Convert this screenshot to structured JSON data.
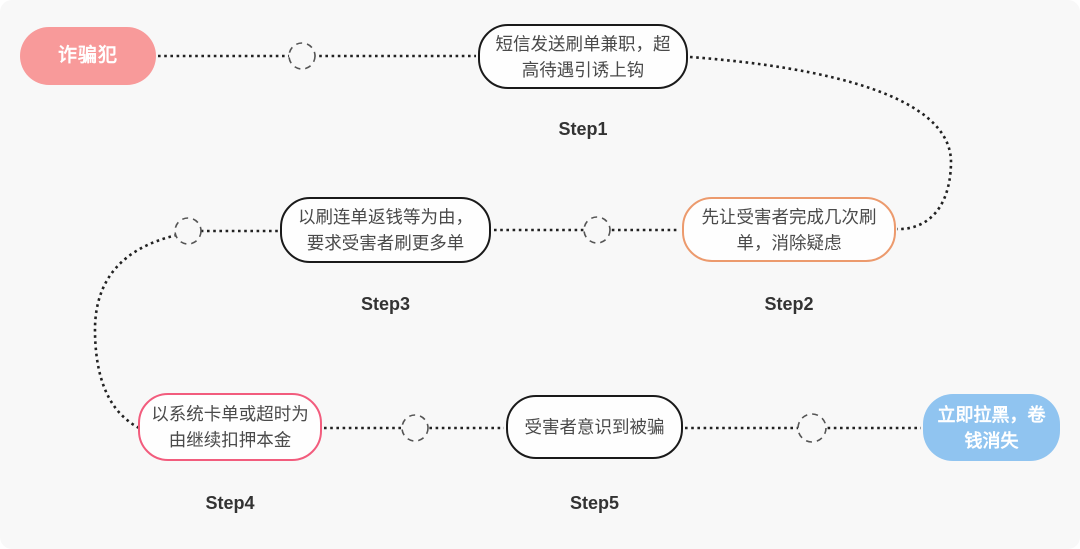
{
  "flow": {
    "start": {
      "label": "诈骗犯"
    },
    "end": {
      "label": "立即拉黑，卷钱消失"
    },
    "steps": [
      {
        "caption": "Step1",
        "label": "短信发送刷单兼职，超高待遇引诱上钩"
      },
      {
        "caption": "Step2",
        "label": "先让受害者完成几次刷单，消除疑虑"
      },
      {
        "caption": "Step3",
        "label": "以刷连单返钱等为由，要求受害者刷更多单"
      },
      {
        "caption": "Step4",
        "label": "以系统卡单或超时为由继续扣押本金"
      },
      {
        "caption": "Step5",
        "label": "受害者意识到被骗"
      }
    ]
  },
  "colors": {
    "background": "#f8f8f8",
    "start_fill": "#f89a9a",
    "end_fill": "#90c4f0",
    "black_border": "#1a1a1a",
    "orange_border": "#ec9a6d",
    "pink_border": "#f25c7d",
    "connector": "#222222",
    "node_text": "#4a4a4a",
    "caption_text": "#333333"
  }
}
